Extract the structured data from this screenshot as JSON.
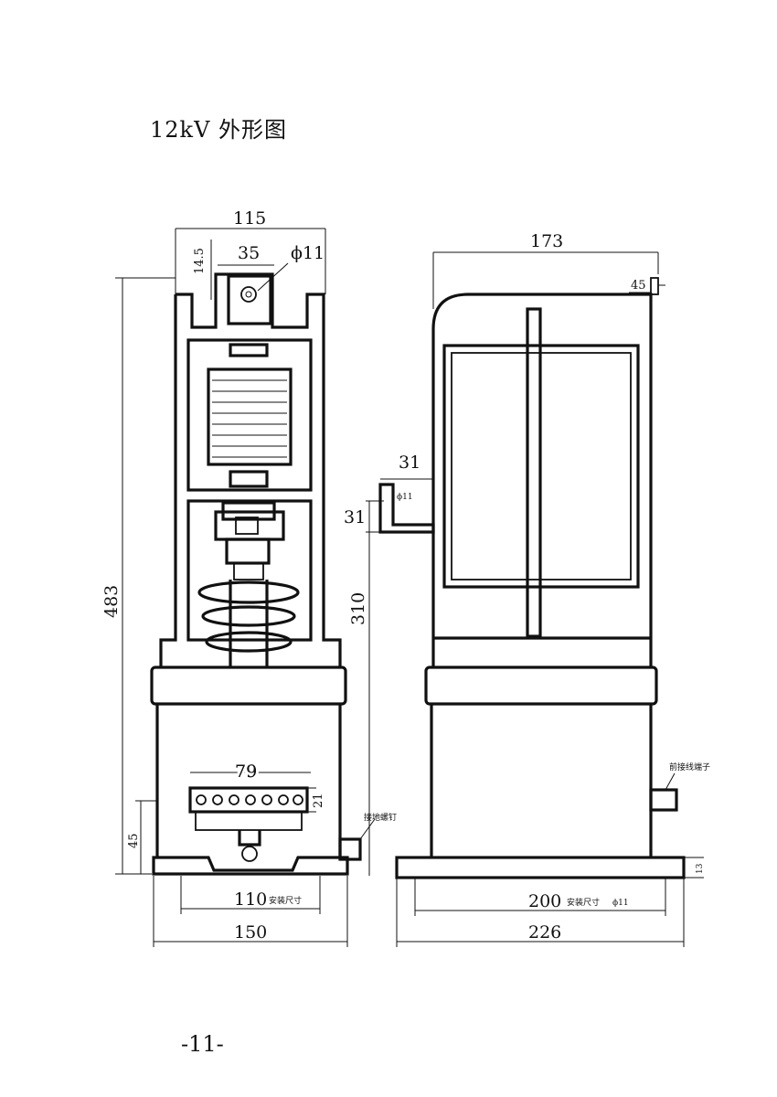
{
  "title": "12kV 外形图",
  "page_number": "-11-",
  "front_view": {
    "dim_width_top": "115",
    "dim_offset": "14.5",
    "dim_hole_spacing": "35",
    "dim_hole_dia": "ϕ11",
    "dim_height": "483",
    "dim_terminal_width": "79",
    "dim_terminal_height": "21",
    "dim_base_height": "45",
    "dim_mount": "110",
    "mount_note": "安装尺寸",
    "dim_base_width": "150",
    "ground_label": "接地螺钉"
  },
  "side_view": {
    "dim_depth_top": "173",
    "dim_top_tab": "45",
    "dim_bracket": "31",
    "dim_bracket_h": "31",
    "dim_bracket_hole": "ϕ11",
    "dim_height_310": "310",
    "secondary_label": "前接线端子",
    "dim_base_thk": "13",
    "dim_mount": "200",
    "mount_note": "安装尺寸",
    "mount_hole": "ϕ11",
    "dim_base_depth": "226"
  }
}
